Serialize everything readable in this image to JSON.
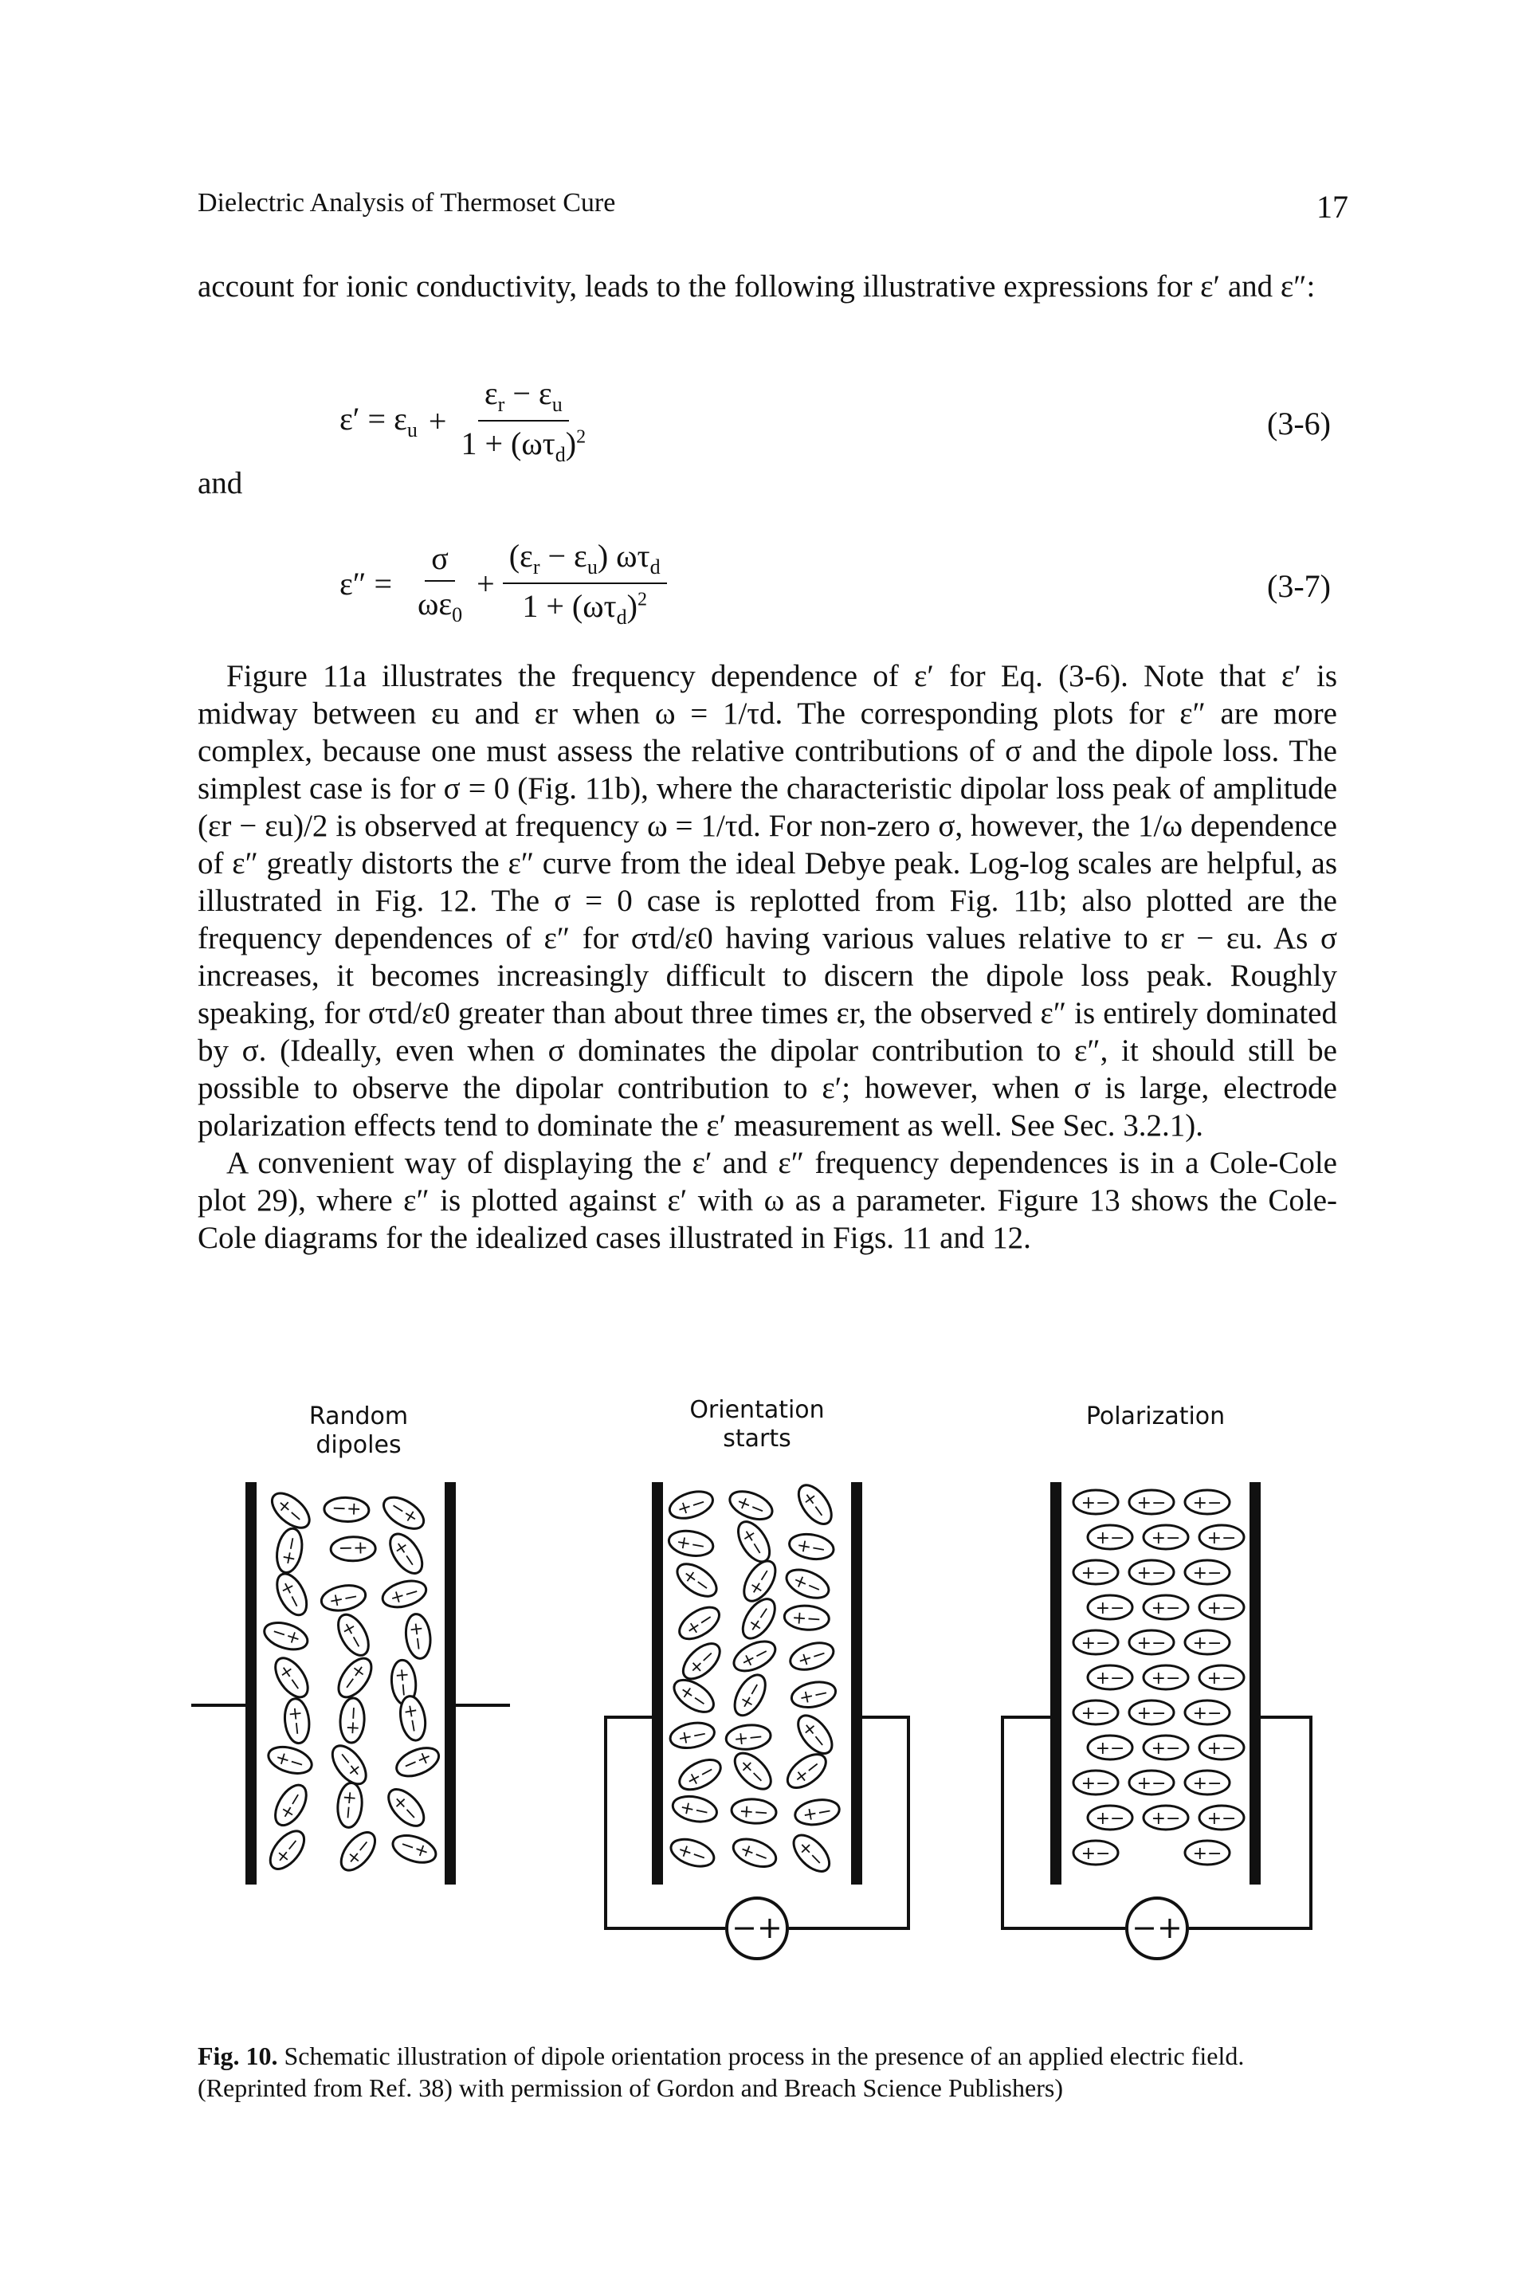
{
  "header": {
    "running_title": "Dielectric Analysis of Thermoset Cure",
    "page_number": "17"
  },
  "intro": {
    "text": "account for ionic conductivity, leads to the following illustrative expressions for ε′ and ε″:"
  },
  "equations": [
    {
      "number": "(3-6)",
      "lhs": "ε′ = ε",
      "lhs_sub": "u",
      "plus": "+",
      "numerator": "ε",
      "numerator_sub": "r",
      "numerator_mid": " − ε",
      "numerator_sub2": "u",
      "denominator": "1 + (ωτ",
      "denominator_sub": "d",
      "denominator_end": ")",
      "denominator_sup": "2"
    },
    {
      "number": "(3-7)",
      "lhs": "ε″ =",
      "frac1_num": "σ",
      "frac1_den": "ωε",
      "frac1_den_sub": "0",
      "plus": "+",
      "frac2_num_a": "(ε",
      "frac2_num_sub1": "r",
      "frac2_num_b": " − ε",
      "frac2_num_sub2": "u",
      "frac2_num_c": ") ωτ",
      "frac2_num_sub3": "d",
      "frac2_den": "1 + (ωτ",
      "frac2_den_sub": "d",
      "frac2_den_end": ")",
      "frac2_den_sup": "2"
    }
  ],
  "and_word": "and",
  "paragraphs": [
    "Figure 11a illustrates the frequency dependence of ε′ for Eq. (3-6). Note that ε′ is midway between εu and εr when ω = 1/τd. The corresponding plots for ε″ are more complex, because one must assess the relative contributions of σ and the dipole loss. The simplest case is for σ = 0 (Fig. 11b), where the characteristic dipolar loss peak of amplitude (εr − εu)/2 is observed at frequency ω = 1/τd. For non-zero σ, however, the 1/ω dependence of ε″ greatly distorts the ε″ curve from the ideal Debye peak. Log-log scales are helpful, as illustrated in Fig. 12. The σ = 0 case is replotted from Fig. 11b; also plotted are the frequency dependences of ε″ for στd/ε0 having various values relative to εr − εu. As σ increases, it becomes increasingly difficult to discern the dipole loss peak. Roughly speaking, for στd/ε0 greater than about three times εr, the observed ε″ is entirely dominated by σ. (Ideally, even when σ dominates the dipolar contribution to ε″, it should still be possible to observe the dipolar contribution to ε′; however, when σ is large, electrode polarization effects tend to dominate the ε′ measurement as well. See Sec. 3.2.1).",
    "A convenient way of displaying the ε′ and ε″ frequency dependences is in a Cole-Cole plot 29), where ε″ is plotted against ε′ with ω as a parameter. Figure 13 shows the Cole-Cole diagrams for the idealized cases illustrated in Figs. 11 and 12."
  ],
  "figure": {
    "panel_labels": [
      {
        "line1": "Random",
        "line2": "dipoles"
      },
      {
        "line1": "Orientation",
        "line2": "starts"
      },
      {
        "line1": "Polarization",
        "line2": ""
      }
    ],
    "dipole_glyph": "+−",
    "source_glyph": "−+",
    "caption_tag": "Fig. 10.",
    "caption_text": "Schematic illustration of dipole orientation process in the presence of an applied electric field. (Reprinted from Ref. 38) with permission of Gordon and Breach Science Publishers)"
  }
}
